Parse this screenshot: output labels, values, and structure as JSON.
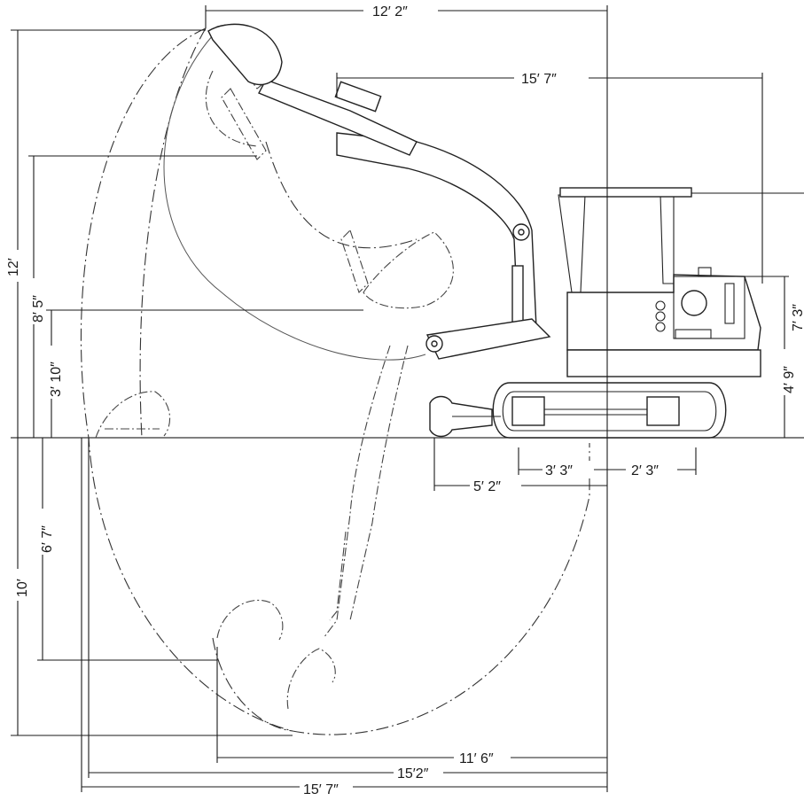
{
  "dimensions": {
    "top_width": "12′ 2″",
    "reach_at_height": "15′ 7″",
    "max_height": "12′",
    "dump_height": "8′ 5″",
    "low_height": "3′ 10″",
    "deck_height": "4′ 9″",
    "cab_height": "7′ 3″",
    "track_front": "3′ 3″",
    "track_rear": "2′ 3″",
    "blade_reach": "5′ 2″",
    "dig_depth_vertical": "6′ 7″",
    "max_depth": "10′",
    "reach_11_6": "11′ 6″",
    "reach_15_2": "15′2″",
    "reach_ground": "15′ 7″"
  }
}
